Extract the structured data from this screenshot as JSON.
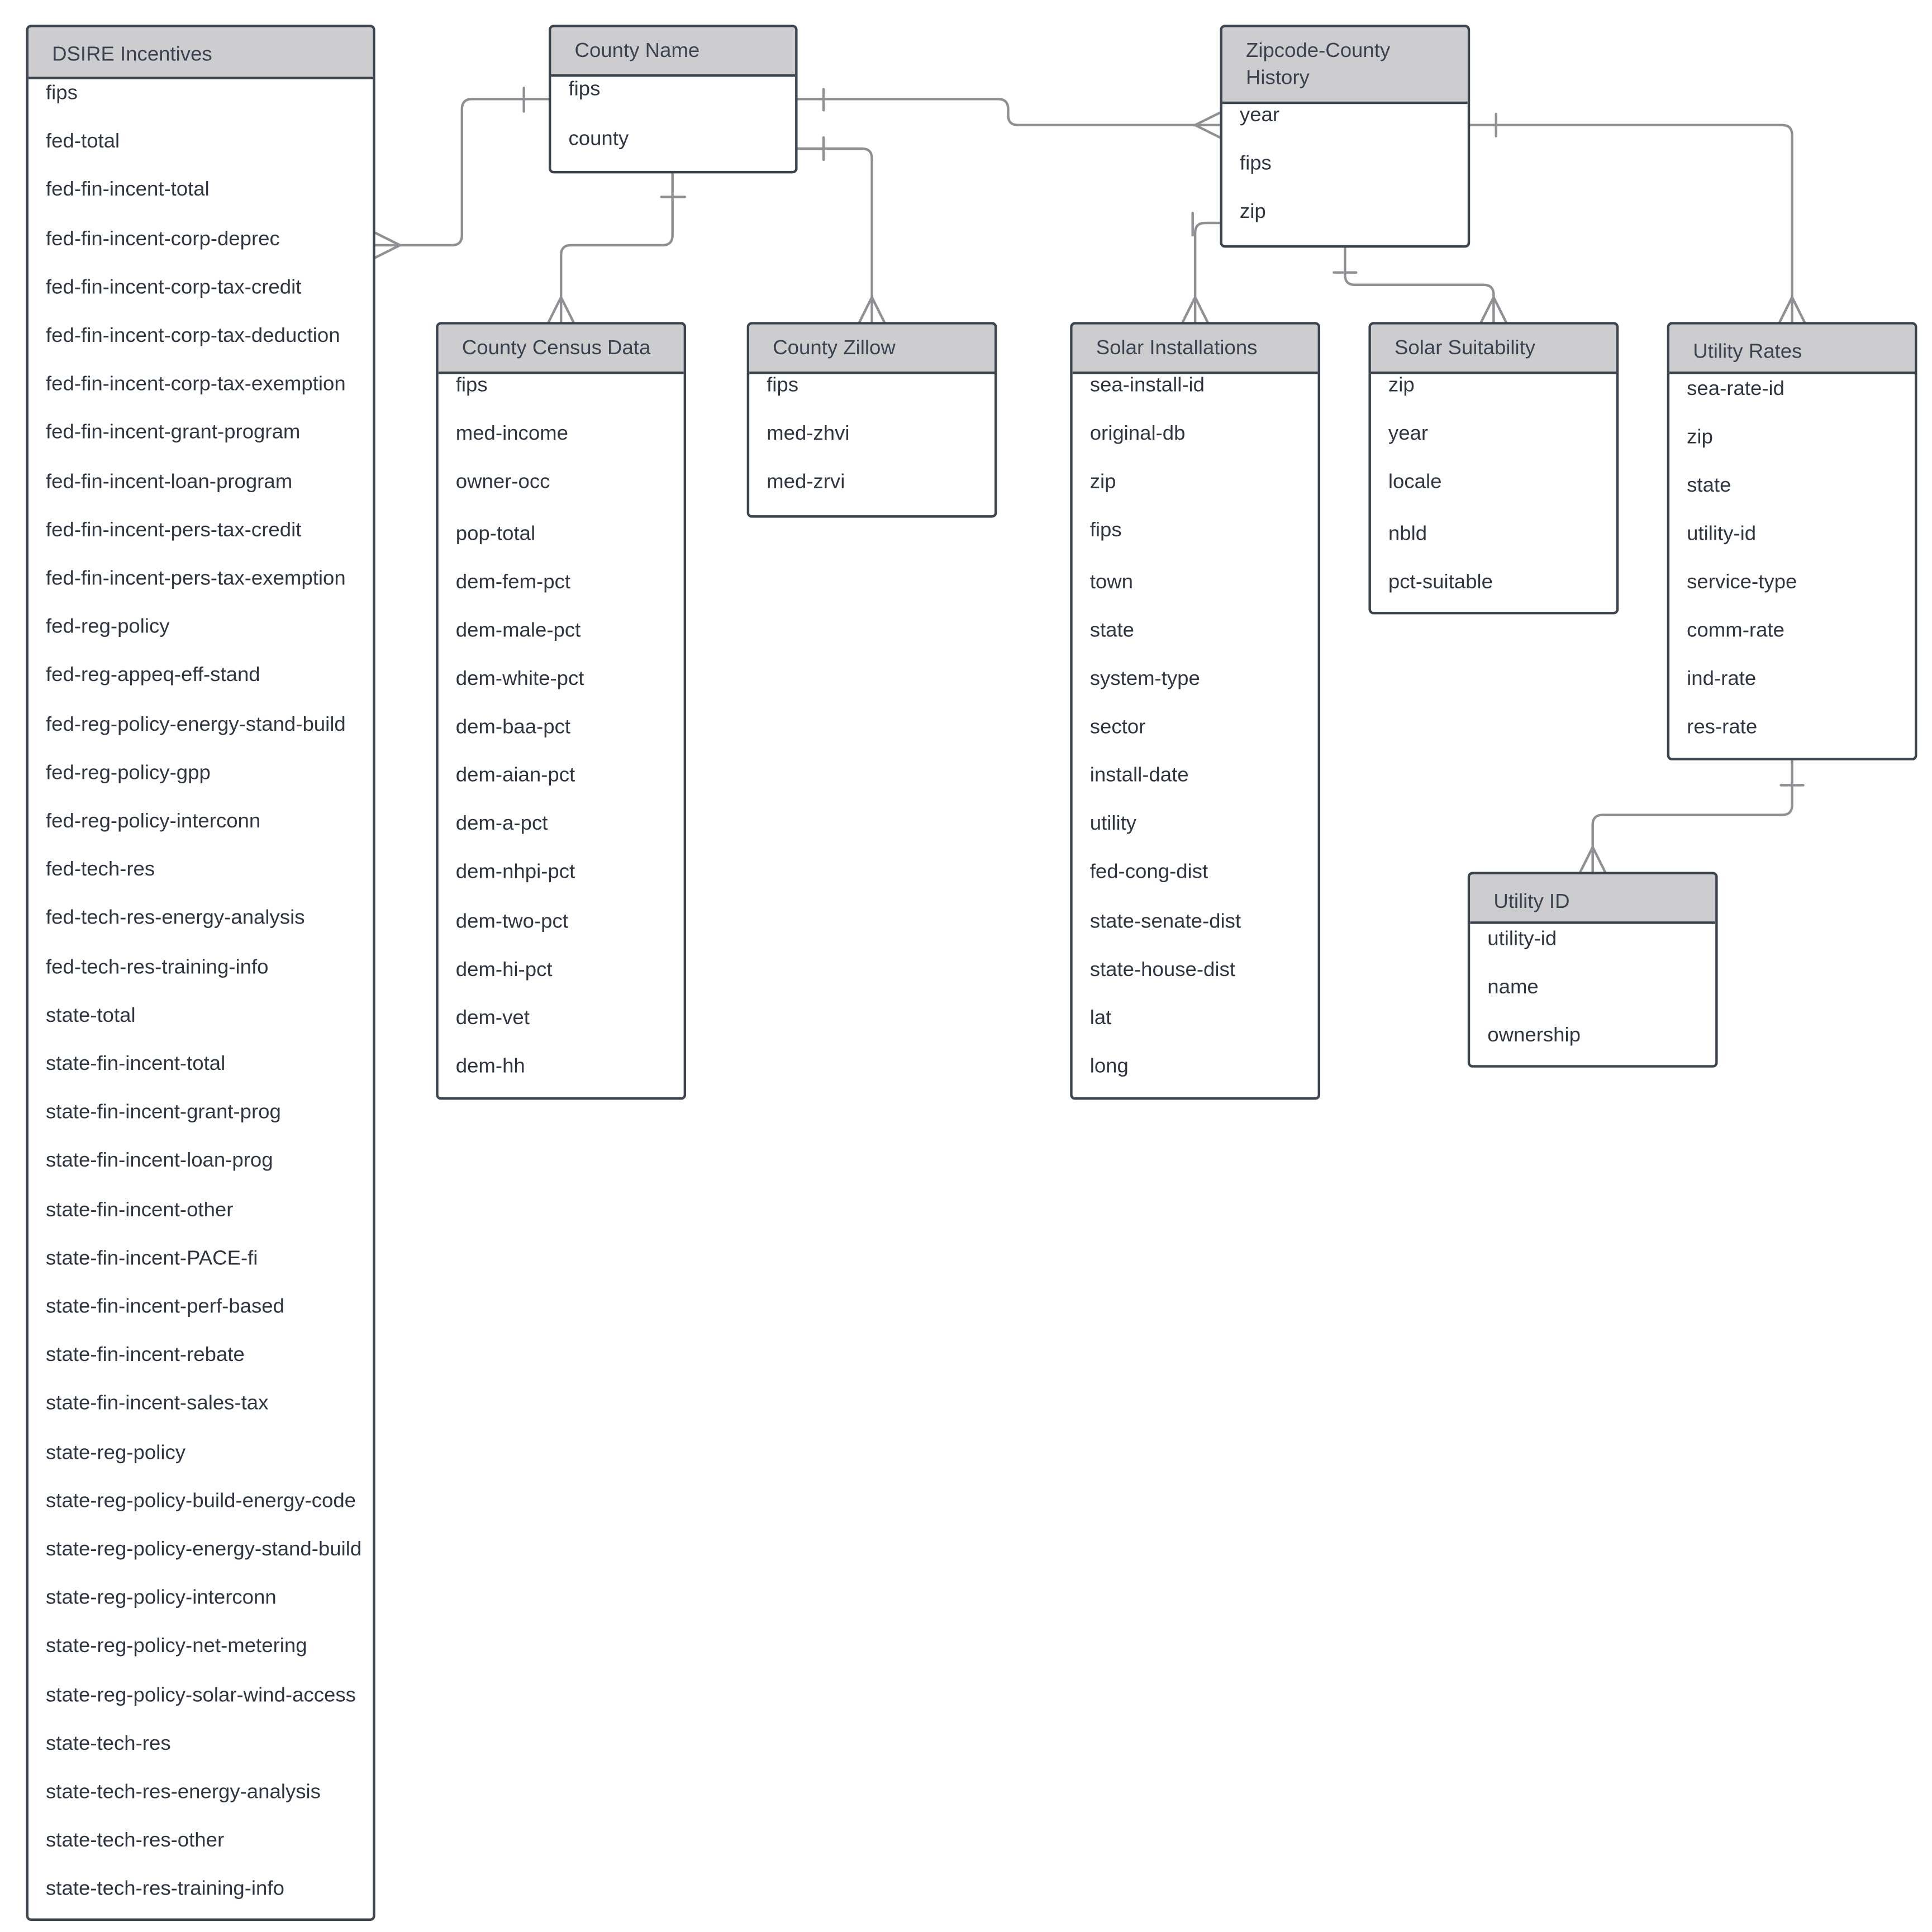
{
  "colors": {
    "header_fill": "#cdcdcf",
    "border": "#3c4450",
    "connector": "#8f8f94",
    "text": "#2f3642"
  },
  "entities": {
    "dsire": {
      "title": "DSIRE Incentives",
      "fields": [
        "fips",
        "fed-total",
        "fed-fin-incent-total",
        "fed-fin-incent-corp-deprec",
        "fed-fin-incent-corp-tax-credit",
        "fed-fin-incent-corp-tax-deduction",
        "fed-fin-incent-corp-tax-exemption",
        "fed-fin-incent-grant-program",
        "fed-fin-incent-loan-program",
        "fed-fin-incent-pers-tax-credit",
        "fed-fin-incent-pers-tax-exemption",
        "fed-reg-policy",
        "fed-reg-appeq-eff-stand",
        "fed-reg-policy-energy-stand-build",
        "fed-reg-policy-gpp",
        "fed-reg-policy-interconn",
        "fed-tech-res",
        "fed-tech-res-energy-analysis",
        "fed-tech-res-training-info",
        "state-total",
        "state-fin-incent-total",
        "state-fin-incent-grant-prog",
        "state-fin-incent-loan-prog",
        "state-fin-incent-other",
        "state-fin-incent-PACE-fi",
        "state-fin-incent-perf-based",
        "state-fin-incent-rebate",
        "state-fin-incent-sales-tax",
        "state-reg-policy",
        "state-reg-policy-build-energy-code",
        "state-reg-policy-energy-stand-build",
        "state-reg-policy-interconn",
        "state-reg-policy-net-metering",
        "state-reg-policy-solar-wind-access",
        "state-tech-res",
        "state-tech-res-energy-analysis",
        "state-tech-res-other",
        "state-tech-res-training-info"
      ]
    },
    "county_name": {
      "title": "County Name",
      "fields": [
        "fips",
        "county"
      ]
    },
    "zip_county_history": {
      "title": "Zipcode-County\nHistory",
      "fields": [
        "year",
        "fips",
        "zip"
      ]
    },
    "county_census": {
      "title": "County Census Data",
      "fields": [
        "fips",
        "med-income",
        "owner-occ",
        "pop-total",
        "dem-fem-pct",
        "dem-male-pct",
        "dem-white-pct",
        "dem-baa-pct",
        "dem-aian-pct",
        "dem-a-pct",
        "dem-nhpi-pct",
        "dem-two-pct",
        "dem-hi-pct",
        "dem-vet",
        "dem-hh"
      ]
    },
    "county_zillow": {
      "title": "County Zillow",
      "fields": [
        "fips",
        "med-zhvi",
        "med-zrvi"
      ]
    },
    "solar_installations": {
      "title": "Solar Installations",
      "fields": [
        "sea-install-id",
        "original-db",
        "zip",
        "fips",
        "town",
        "state",
        "system-type",
        "sector",
        "install-date",
        "utility",
        "fed-cong-dist",
        "state-senate-dist",
        "state-house-dist",
        "lat",
        "long"
      ]
    },
    "solar_suitability": {
      "title": "Solar Suitability",
      "fields": [
        "zip",
        "year",
        "locale",
        "nbld",
        "pct-suitable"
      ]
    },
    "utility_rates": {
      "title": "Utility Rates",
      "fields": [
        "sea-rate-id",
        "zip",
        "state",
        "utility-id",
        "service-type",
        "comm-rate",
        "ind-rate",
        "res-rate"
      ]
    },
    "utility_id": {
      "title": "Utility ID",
      "fields": [
        "utility-id",
        "name",
        "ownership"
      ]
    }
  }
}
